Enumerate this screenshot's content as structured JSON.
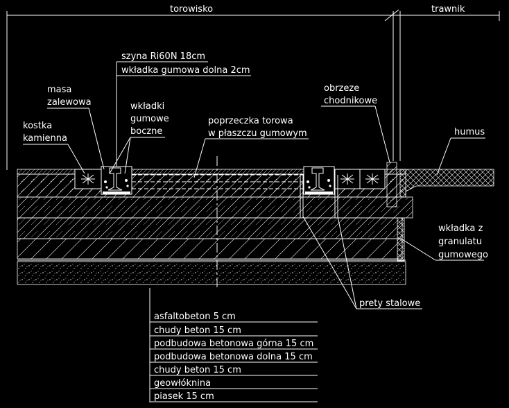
{
  "zones": {
    "track": "torowisko",
    "lawn": "trawnik"
  },
  "labels": {
    "rail": "szyna Ri60N 18cm",
    "bottom_pad": "wkładka gumowa dolna 2cm",
    "sealant_line1": "masa",
    "sealant_line2": "zalewowa",
    "side_pads_line1": "wkładki",
    "side_pads_line2": "gumowe",
    "side_pads_line3": "boczne",
    "stone_line1": "kostka",
    "stone_line2": "kamienna",
    "crossbar_line1": "poprzeczka torowa",
    "crossbar_line2": "w płaszczu gumowym",
    "curb_line1": "obrzeze",
    "curb_line2": "chodnikowe",
    "humus": "humus",
    "granulate_line1": "wkładka z",
    "granulate_line2": "granulatu",
    "granulate_line3": "gumowego",
    "steel_bars": "prety stalowe"
  },
  "layers": [
    "asfaltobeton 5 cm",
    "chudy beton 15 cm",
    "podbudowa betonowa górna 15 cm",
    "podbudowa betonowa dolna 15 cm",
    "chudy beton 15 cm",
    "geowłóknina",
    "piasek 15 cm"
  ],
  "colors": {
    "background": "#000000",
    "line": "#ffffff"
  }
}
